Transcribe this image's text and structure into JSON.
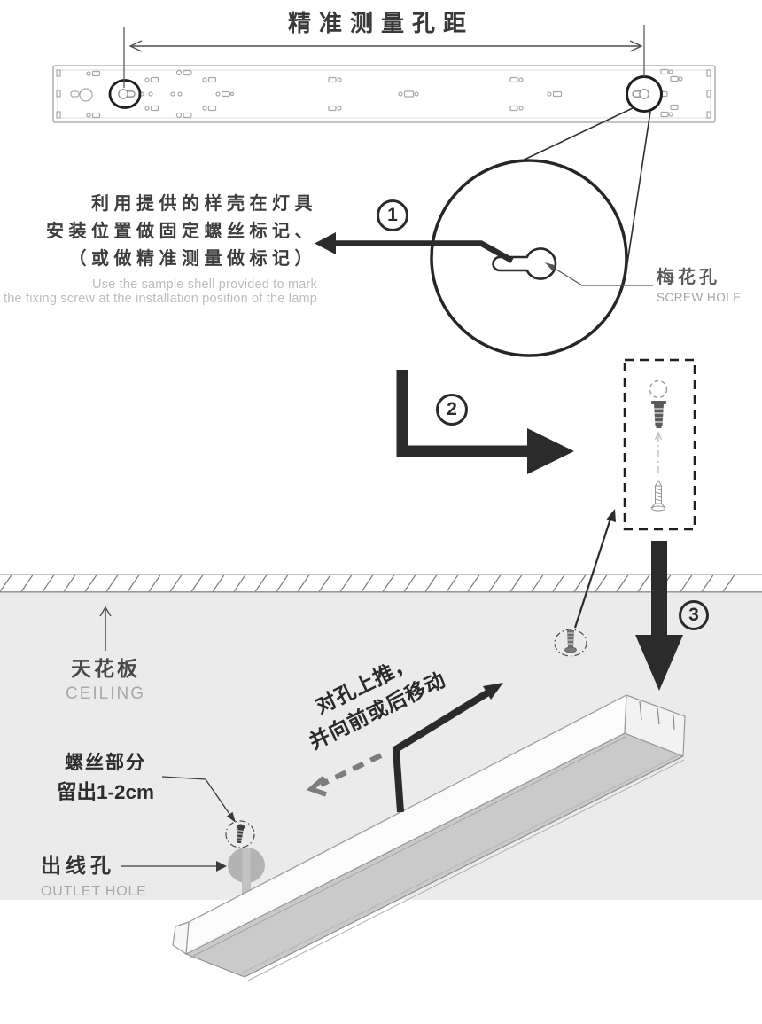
{
  "title": "精准测量孔距",
  "steps": {
    "one": "1",
    "two": "2",
    "three": "3"
  },
  "instruction": {
    "zh_lines": [
      "利用提供的样壳在灯具",
      "安装位置做固定螺丝标记、",
      "（或做精准测量做标记）"
    ],
    "en_lines": [
      "Use the sample shell provided to mark",
      "the fixing screw at the installation position of the lamp"
    ]
  },
  "labels": {
    "screw_hole": {
      "zh": "梅花孔",
      "en": "SCREW HOLE"
    },
    "ceiling": {
      "zh": "天花板",
      "en": "CEILING"
    },
    "screw_reserve": {
      "line1": "螺丝部分",
      "line2": "留出1-2cm"
    },
    "outlet": {
      "zh": "出线孔",
      "en": "OUTLET HOLE"
    },
    "push": {
      "line1": "对孔上推，",
      "line2": "并向前或后移动"
    }
  },
  "colors": {
    "arrow_black": "#2b2b2b",
    "wall_panel_gray": "#ebebeb",
    "text_primary": "#3a3a3a",
    "text_secondary": "#bcbcbc",
    "lamp_diffuser_gray": "#cacaca"
  }
}
